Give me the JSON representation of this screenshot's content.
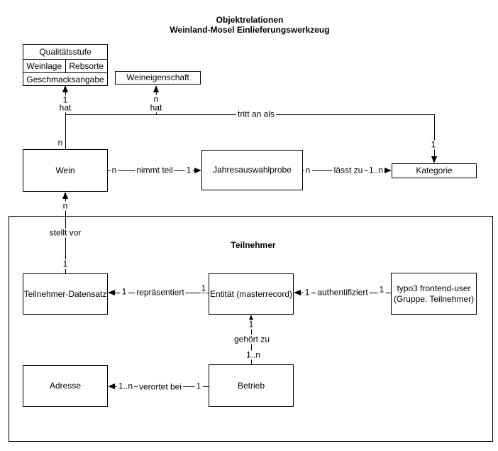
{
  "diagram_title": {
    "line1": "Objektrelationen",
    "line2": "Weinland-Mosel Einlieferungswerkzeug"
  },
  "entities": {
    "qualitaetsstufe": {
      "label": "Qualitätsstufe"
    },
    "weinlage": {
      "label": "Weinlage"
    },
    "rebsorte": {
      "label": "Rebsorte"
    },
    "geschmacksangabe": {
      "label": "Geschmacksangabe"
    },
    "weineigenschaft": {
      "label": "Weineigenschaft"
    },
    "wein": {
      "label": "Wein"
    },
    "jahresauswahlprobe": {
      "label": "Jahresauswahlprobe"
    },
    "kategorie": {
      "label": "Kategorie"
    },
    "teilnehmer_group": {
      "label": "Teilnehmer"
    },
    "teilnehmer_datensatz": {
      "label": "Teilnehmer-Datensatz"
    },
    "entitaet": {
      "label": "Entität (masterrecord)"
    },
    "typo3_user": {
      "line1": "typo3 frontend-user",
      "line2": "(Gruppe: Teilnehmer)"
    },
    "adresse": {
      "label": "Adresse"
    },
    "betrieb": {
      "label": "Betrieb"
    }
  },
  "relations": {
    "wein_hat_qualitaet": {
      "label": "hat",
      "card_source": "n",
      "card_target": "1"
    },
    "wein_hat_eigenschaft": {
      "label": "hat",
      "card_target": "n"
    },
    "tritt_an_als": {
      "label": "tritt an als",
      "card_target": "1"
    },
    "nimmt_teil": {
      "label": "nimmt teil",
      "card_source": "n",
      "card_target": "1"
    },
    "laesst_zu": {
      "label": "lässt zu",
      "card_source": "n",
      "card_target": "1..n"
    },
    "stellt_vor": {
      "label": "stellt vor",
      "card_source": "1",
      "card_target": "n"
    },
    "repraesentiert": {
      "label": "repräsentiert",
      "card_source": "1",
      "card_target": "1"
    },
    "authentifiziert": {
      "label": "authentifiziert",
      "card_source": "1",
      "card_target": "1"
    },
    "gehoert_zu": {
      "label": "gehört zu",
      "card_source": "1..n",
      "card_target": "1"
    },
    "verortet_bei": {
      "label": "verortet bei",
      "card_source": "1",
      "card_target": "1..n"
    }
  },
  "colors": {
    "stroke": "#000000",
    "background": "#ffffff"
  }
}
